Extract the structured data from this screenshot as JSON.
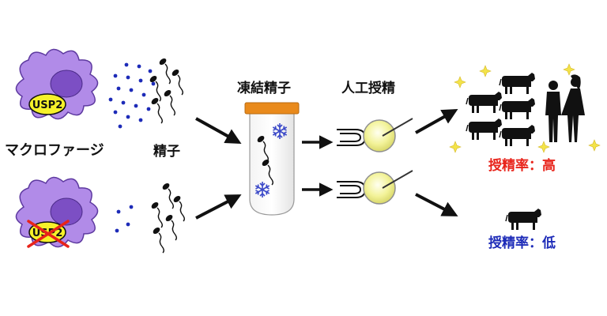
{
  "labels": {
    "macrophage": "マクロファージ",
    "sperm": "精子",
    "frozen_sperm": "凍結精子",
    "artificial_insemination": "人工授精",
    "conception_high": "授精率：高",
    "conception_low": "授精率：低"
  },
  "badges": {
    "usp2_normal": "USP2",
    "usp2_knockout": "USP2"
  },
  "colors": {
    "macrophage_fill": "#b18be8",
    "macrophage_nucleus": "#7c4fc4",
    "usp2_badge": "#f6f12a",
    "dots": "#1d2bb8",
    "tube_cap": "#e98a1c",
    "snowflake": "#3b49c8",
    "egg": "#f3f39a",
    "cross": "#e8231a",
    "high_text": "#e8231a",
    "low_text": "#1d2bb8",
    "sparkle": "#f3e34a"
  },
  "icons": [
    "macrophage-cell",
    "sperm-icon",
    "test-tube-icon",
    "snowflake-icon",
    "pipette-icon",
    "egg-icon",
    "cow-icon",
    "person-icon",
    "sparkle-icon",
    "arrow-icon"
  ]
}
